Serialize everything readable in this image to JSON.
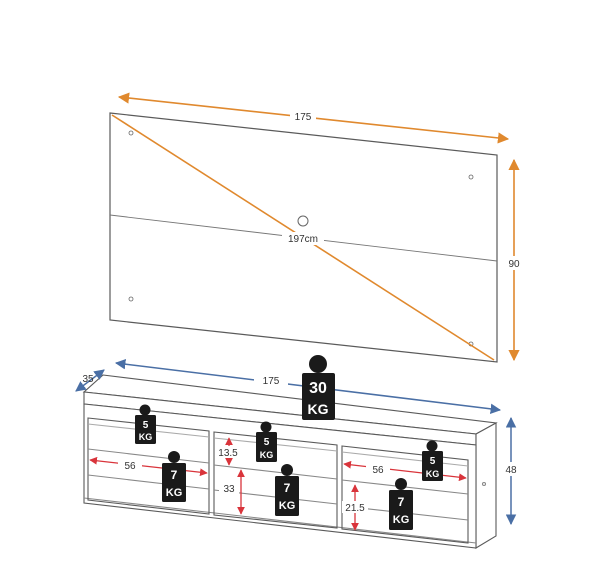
{
  "colors": {
    "outline": "#5a5a5a",
    "orange_dim": "#e0892e",
    "blue_dim": "#4a6fa5",
    "red_dim": "#d9343b",
    "weight_tag": "#1a1a1a"
  },
  "panel": {
    "width_label": "175",
    "height_label": "90",
    "diagonal_label": "197cm"
  },
  "rack": {
    "depth_label": "35",
    "width_label": "175",
    "height_label": "48",
    "niche_top_left_label": "56",
    "niche_top_right_label": "56",
    "niche_center_height_label": "13.5",
    "niche_lower_center_label": "33",
    "niche_lower_right_label": "21.5"
  },
  "weights": {
    "top": {
      "number": "30",
      "unit": "KG"
    },
    "left_drawer": {
      "number": "5",
      "unit": "KG"
    },
    "center_drawer": {
      "number": "5",
      "unit": "KG"
    },
    "right_drawer": {
      "number": "5",
      "unit": "KG"
    },
    "left_shelf": {
      "number": "7",
      "unit": "KG"
    },
    "center_shelf": {
      "number": "7",
      "unit": "KG"
    },
    "right_shelf": {
      "number": "7",
      "unit": "KG"
    }
  }
}
